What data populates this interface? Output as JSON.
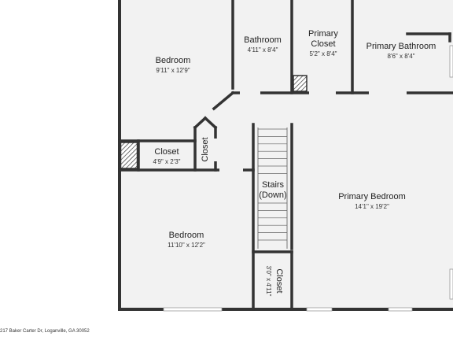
{
  "rooms": {
    "bedroom_top": {
      "name": "Bedroom",
      "dims": "9'11\" x 12'9\""
    },
    "bathroom": {
      "name": "Bathroom",
      "dims": "4'11\" x 8'4\""
    },
    "primary_closet": {
      "name_line1": "Primary",
      "name_line2": "Closet",
      "dims": "5'2\" x 8'4\""
    },
    "primary_bathroom": {
      "name": "Primary Bathroom",
      "dims": "8'6\" x 8'4\""
    },
    "closet_left": {
      "name": "Closet",
      "dims": "4'9\" x 2'3\""
    },
    "closet_small": {
      "name": "Closet"
    },
    "stairs": {
      "name_line1": "Stairs",
      "name_line2": "(Down)"
    },
    "primary_bedroom": {
      "name": "Primary Bedroom",
      "dims": "14'1\" x 19'2\""
    },
    "bedroom_bottom": {
      "name": "Bedroom",
      "dims": "11'10\" x 12'2\""
    },
    "closet_bottom": {
      "name": "Closet",
      "dims": "3'0\" x 4'11\""
    }
  },
  "footer": {
    "address": "217 Baker Carter Dr, Loganville, GA 30052"
  },
  "colors": {
    "wall": "#333333",
    "floor": "#f2f2f2",
    "window": "#e0e0e0"
  }
}
